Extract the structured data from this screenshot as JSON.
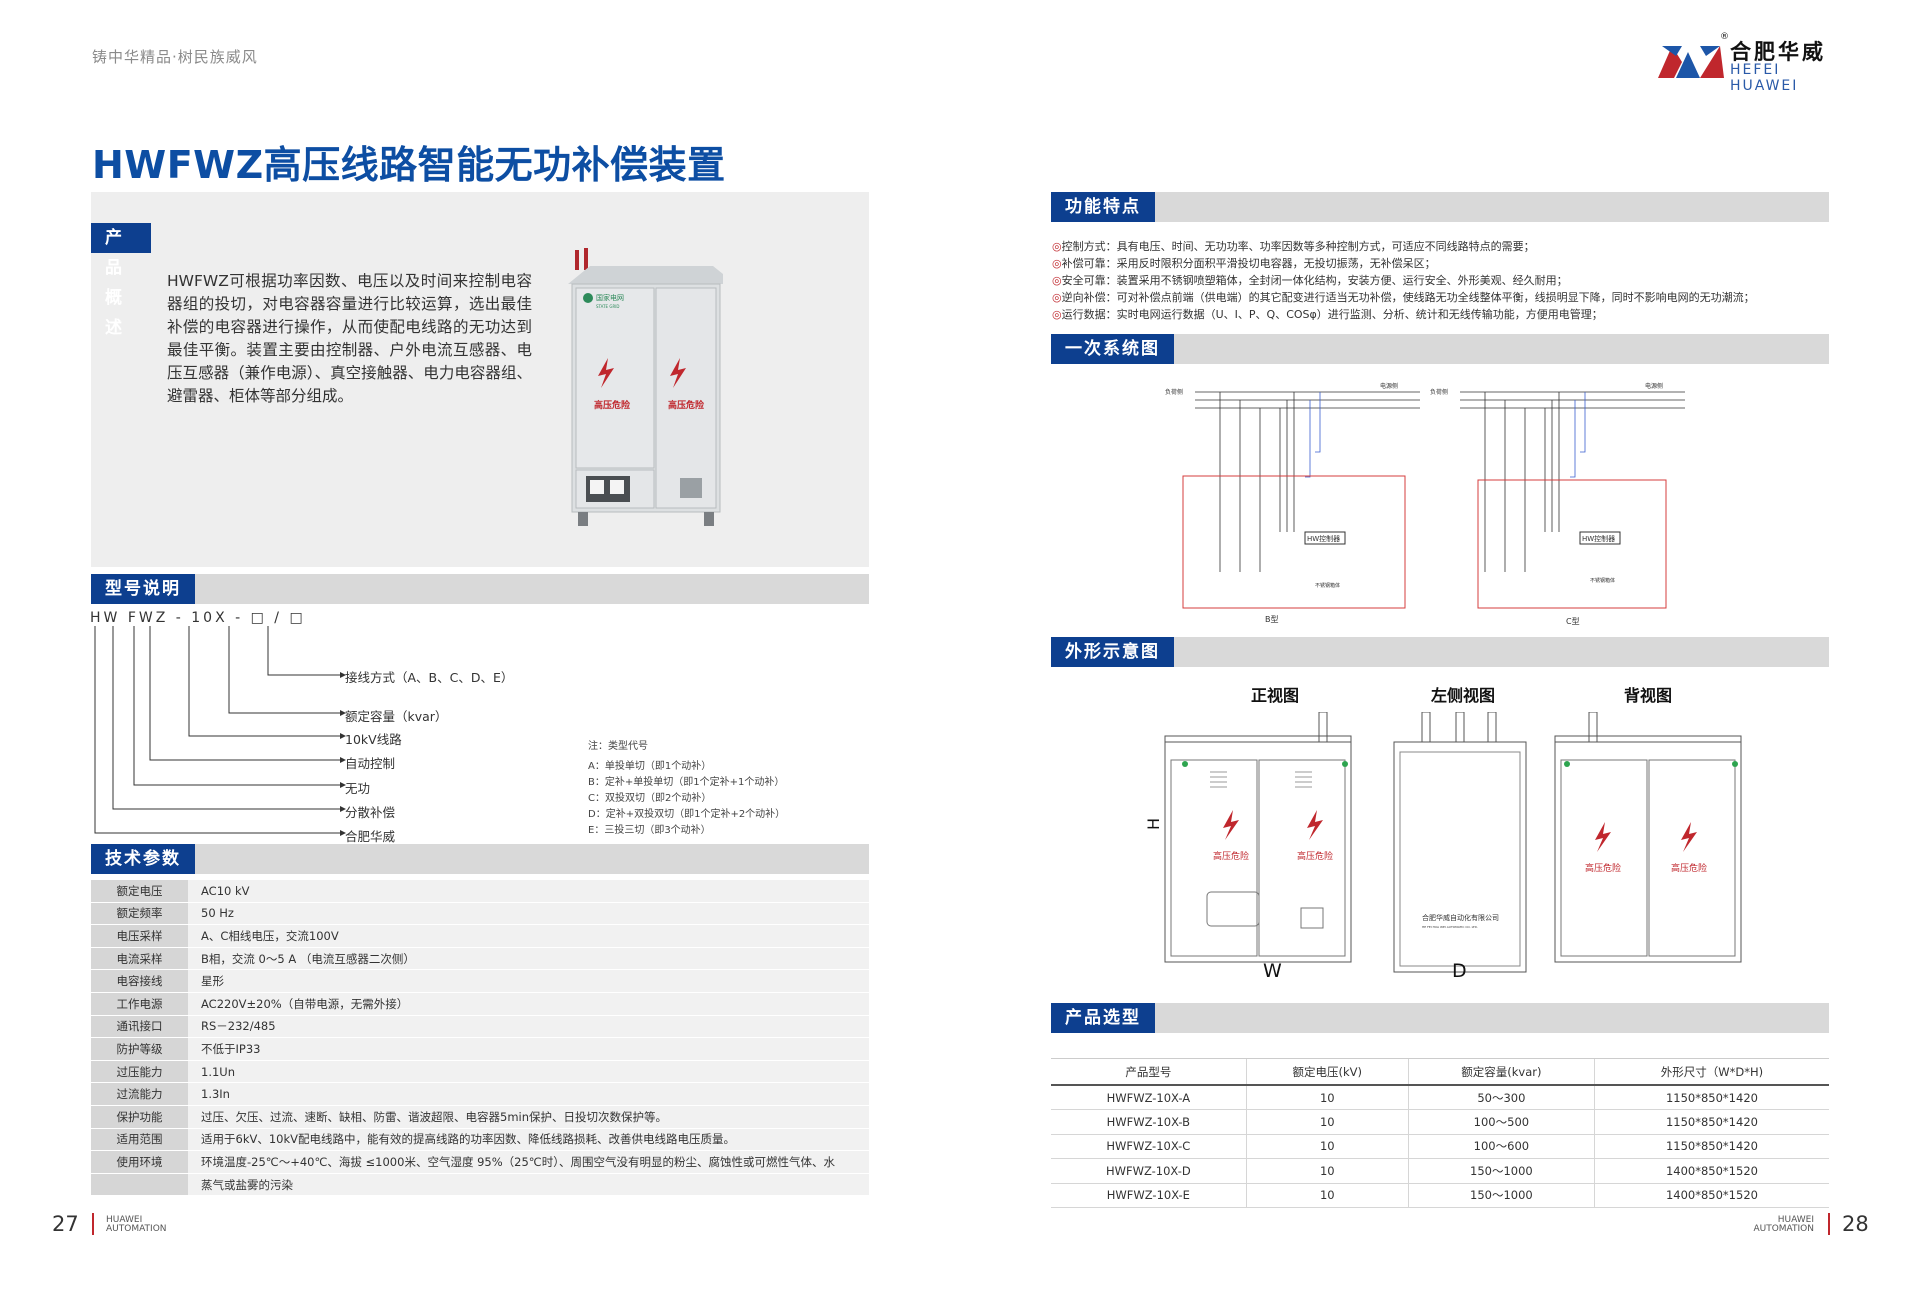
{
  "header": {
    "slogan": "铸中华精品·树民族威风",
    "logo_cn": "合肥华威",
    "logo_en": "HEFEI HUAWEI",
    "logo_registered": "®"
  },
  "title": "HWFWZ高压线路智能无功补偿装置",
  "sections": {
    "overview": "产品概述",
    "model": "型号说明",
    "tech": "技术参数",
    "features": "功能特点",
    "system": "一次系统图",
    "outline": "外形示意图",
    "selection": "产品选型"
  },
  "overview_text": "HWFWZ可根据功率因数、电压以及时间来控制电容器组的投切，对电容器容量进行比较运算，选出最佳补偿的电容器进行操作，从而使配电线路的无功达到最佳平衡。装置主要由控制器、户外电流互感器、电压互感器（兼作电源）、真空接触器、电力电容器组、避雷器、柜体等部分组成。",
  "cabinet": {
    "brand": "国家电网",
    "brand_en": "STATE GRID",
    "warning": "高压危险"
  },
  "model_code": "HW FWZ - 10X - □ / □",
  "model_labels": [
    "接线方式（A、B、C、D、E）",
    "额定容量（kvar）",
    "10kV线路",
    "自动控制",
    "无功",
    "分散补偿",
    "合肥华威"
  ],
  "model_note": {
    "title": "注：类型代号",
    "items": [
      "A：单投单切（即1个动补）",
      "B：定补+单投单切（即1个定补+1个动补）",
      "C：双投双切（即2个动补）",
      "D：定补+双投双切（即1个定补+2个动补）",
      "E：三投三切（即3个动补）"
    ]
  },
  "tech_params": [
    {
      "k": "额定电压",
      "v": "AC10 kV"
    },
    {
      "k": "额定频率",
      "v": "50 Hz"
    },
    {
      "k": "电压采样",
      "v": "A、C相线电压，交流100V"
    },
    {
      "k": "电流采样",
      "v": "B相，交流 0～5 A （电流互感器二次侧）"
    },
    {
      "k": "电容接线",
      "v": "星形"
    },
    {
      "k": "工作电源",
      "v": "AC220V±20%（自带电源，无需外接）"
    },
    {
      "k": "通讯接口",
      "v": "RS－232/485"
    },
    {
      "k": "防护等级",
      "v": "不低于IP33"
    },
    {
      "k": "过压能力",
      "v": "1.1Un"
    },
    {
      "k": "过流能力",
      "v": "1.3In"
    },
    {
      "k": "保护功能",
      "v": "过压、欠压、过流、速断、缺相、防雷、谐波超限、电容器5min保护、日投切次数保护等。"
    },
    {
      "k": "适用范围",
      "v": "适用于6kV、10kV配电线路中，能有效的提高线路的功率因数、降低线路损耗、改善供电线路电压质量。"
    },
    {
      "k": "使用环境",
      "v": "环境温度-25℃～+40℃、海拔 ≤1000米、空气湿度 95%（25℃时）、周围空气没有明显的粉尘、腐蚀性或可燃性气体、水"
    },
    {
      "k": "",
      "v": "蒸气或盐雾的污染"
    }
  ],
  "features": [
    {
      "bullet": "◎",
      "text": "控制方式：具有电压、时间、无功功率、功率因数等多种控制方式，可适应不同线路特点的需要；"
    },
    {
      "bullet": "◎",
      "text": "补偿可靠：采用反时限积分面积平滑投切电容器，无投切振荡，无补偿呆区；"
    },
    {
      "bullet": "◎",
      "text": "安全可靠：装置采用不锈钢喷塑箱体，全封闭一体化结构，安装方便、运行安全、外形美观、经久耐用；"
    },
    {
      "bullet": "◎",
      "text": "逆向补偿：可对补偿点前端（供电端）的其它配变进行适当无功补偿，使线路无功全线整体平衡，线损明显下降，同时不影响电网的无功潮流；"
    },
    {
      "bullet": "◎",
      "text": "运行数据：实时电网运行数据（U、I、P、Q、COSφ）进行监测、分析、统计和无线传输功能，方便用电管理；"
    }
  ],
  "diagrams": {
    "load_side": "负荷侧",
    "source_side": "电源侧",
    "controller": "HW控制器",
    "box": "不锈钢箱体",
    "b_label": "B型",
    "c_label": "C型"
  },
  "outline": {
    "front": "正视图",
    "left": "左侧视图",
    "back": "背视图",
    "h": "H",
    "w": "W",
    "d": "D",
    "warning": "高压危险",
    "company": "合肥华威自动化有限公司",
    "company_en": "HE FEI HUA WEI AUTOMATIC CO.   LTD."
  },
  "selection": {
    "headers": [
      "产品型号",
      "额定电压(kV)",
      "额定容量(kvar)",
      "外形尺寸（W*D*H)"
    ],
    "rows": [
      [
        "HWFWZ-10X-A",
        "10",
        "50～300",
        "1150*850*1420"
      ],
      [
        "HWFWZ-10X-B",
        "10",
        "100～500",
        "1150*850*1420"
      ],
      [
        "HWFWZ-10X-C",
        "10",
        "100～600",
        "1150*850*1420"
      ],
      [
        "HWFWZ-10X-D",
        "10",
        "150～1000",
        "1400*850*1520"
      ],
      [
        "HWFWZ-10X-E",
        "10",
        "150～1000",
        "1400*850*1520"
      ]
    ]
  },
  "footer": {
    "left_page": "27",
    "right_page": "28",
    "brand1": "HUAWEI",
    "brand2": "AUTOMATION"
  },
  "colors": {
    "title_blue": "#0d4ea3",
    "tag_navy": "#0d3f8f",
    "accent_red": "#c0272d"
  }
}
